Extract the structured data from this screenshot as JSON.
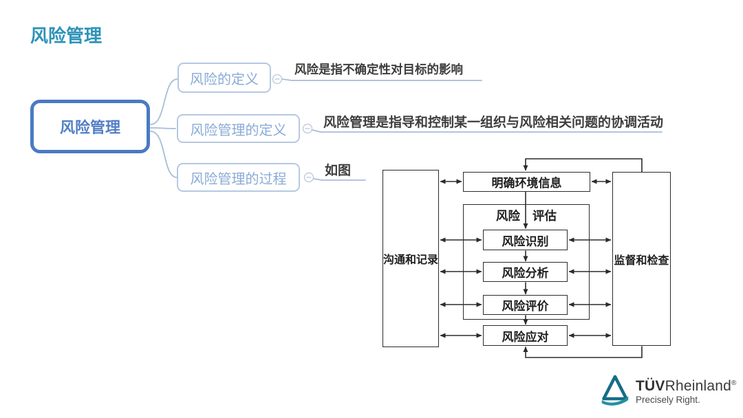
{
  "slide": {
    "title": "风险管理"
  },
  "mindmap": {
    "root_label": "风险管理",
    "branches": [
      {
        "label": "风险的定义",
        "note": "风险是指不确定性对目标的影响"
      },
      {
        "label": "风险管理的定义",
        "note": "风险管理是指导和控制某一组织与风险相关问题的协调活动"
      },
      {
        "label": "风险管理的过程",
        "note": "如图"
      }
    ],
    "collapse_toggle_icon": "minus-circle"
  },
  "flowchart": {
    "left_box": "沟通和记录",
    "right_box": "监督和检查",
    "context_box": "明确环境信息",
    "assessment_label_parts": [
      "风险",
      "评估"
    ],
    "steps": [
      "风险识别",
      "风险分析",
      "风险评价"
    ],
    "treatment_box": "风险应对"
  },
  "logo": {
    "brand_bold": "TÜV",
    "brand_regular": "Rheinland",
    "registered_mark": "®",
    "tagline": "Precisely Right.",
    "triangle_icon": "tuv-triangle"
  },
  "colors": {
    "title_teal": "#2e93b8",
    "root_border_blue": "#4a7ac2",
    "branch_border_blue": "#b5c8e2",
    "branch_text_blue": "#8aabd6",
    "connector_blue": "#a6bcd9",
    "note_text": "#3d3d3d",
    "flowchart_line": "#2b2b2b",
    "logo_teal": "#23919f"
  }
}
